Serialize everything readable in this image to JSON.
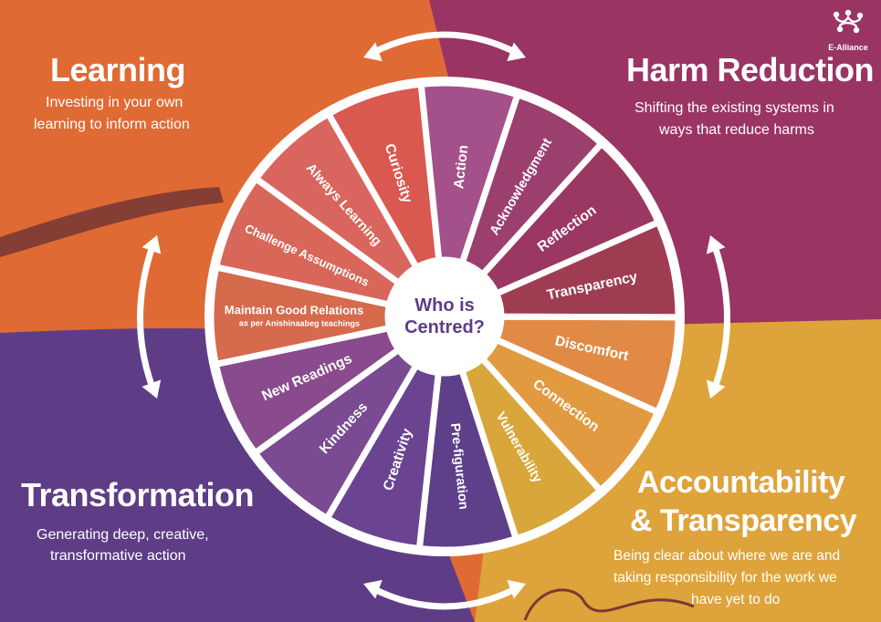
{
  "quadrants": {
    "learning": {
      "title": "Learning",
      "description": [
        "Investing in your own",
        "learning to inform action"
      ]
    },
    "harm_reduction": {
      "title": "Harm Reduction",
      "description": [
        "Shifting the existing systems in",
        "ways that reduce harms"
      ]
    },
    "transformation": {
      "title": "Transformation",
      "description": [
        "Generating deep, creative,",
        "transformative action"
      ]
    },
    "accountability": {
      "title_lines": [
        "Accountability",
        "& Transparency"
      ],
      "description": [
        "Being clear about where we are and",
        "taking responsibility for the work we",
        "have yet to do"
      ]
    }
  },
  "center": {
    "lines": [
      "Who is",
      "Centred?"
    ]
  },
  "segments": [
    {
      "label": "Action",
      "color": "#a4508a"
    },
    {
      "label": "Acknowledgment",
      "color": "#9b3f6f"
    },
    {
      "label": "Reflection",
      "color": "#9a3862"
    },
    {
      "label": "Transparency",
      "color": "#9e3d52"
    },
    {
      "label": "Discomfort",
      "color": "#e08a45"
    },
    {
      "label": "Connection",
      "color": "#e29a41"
    },
    {
      "label": "Vulnerability",
      "color": "#d8a63a"
    },
    {
      "label": "Pre-figuration",
      "color": "#5e3f8a"
    },
    {
      "label": "Creativity",
      "color": "#6a4490"
    },
    {
      "label": "Kindness",
      "color": "#7a4a92"
    },
    {
      "label": "New Readings",
      "color": "#8a4a8e"
    },
    {
      "label": "Maintain Good Relations",
      "sublabel": "as per Anishinaabeg teachings",
      "color": "#d56a4c"
    },
    {
      "label": "Challenge Assumptions",
      "color": "#d8675a"
    },
    {
      "label": "Always Learning",
      "color": "#d9665e"
    },
    {
      "label": "Curiosity",
      "color": "#d9584f"
    }
  ],
  "logo": {
    "text": "E-Alliance"
  },
  "colors": {
    "orange": "#e06a34",
    "magenta": "#9a3463",
    "purple": "#5f3d86",
    "gold": "#dea33a",
    "brown": "#7a3a34"
  }
}
